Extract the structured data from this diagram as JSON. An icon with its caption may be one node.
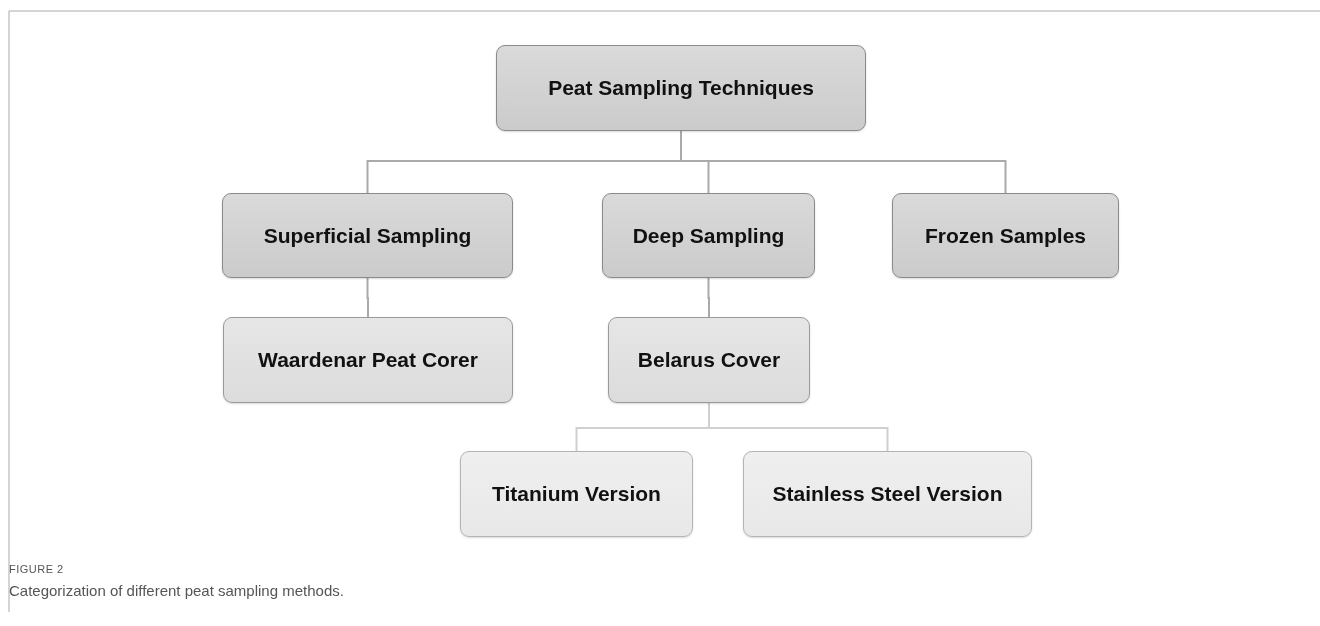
{
  "diagram": {
    "caption": "Categorization of different peat sampling methods.",
    "nodes": [
      {
        "text": [
          "Peat Sampling Techniques"
        ]
      },
      {
        "text": [
          "Superficial Sampling"
        ]
      },
      {
        "text": [
          "Deep Sampling"
        ]
      },
      {
        "text": [
          "Frozen Samples"
        ]
      },
      {
        "text": [
          "Waardenar Peat Corer"
        ]
      },
      {
        "text": [
          "Belarus Cover"
        ]
      },
      {
        "text": [
          "Titanium Version"
        ]
      },
      {
        "text": [
          "Stainless Steel Version"
        ]
      }
    ],
    "edges": [
      {
        "from": 0,
        "to": 1,
        "arrow": "none"
      },
      {
        "from": 0,
        "to": 2,
        "arrow": "none"
      },
      {
        "from": 0,
        "to": 3,
        "arrow": "none"
      },
      {
        "from": 1,
        "to": 4,
        "arrow": "none"
      },
      {
        "from": 2,
        "to": 5,
        "arrow": "none"
      },
      {
        "from": 5,
        "to": 6,
        "arrow": "none"
      },
      {
        "from": 5,
        "to": 7,
        "arrow": "none"
      }
    ],
    "labels": [
      "FIGURE 2"
    ]
  }
}
